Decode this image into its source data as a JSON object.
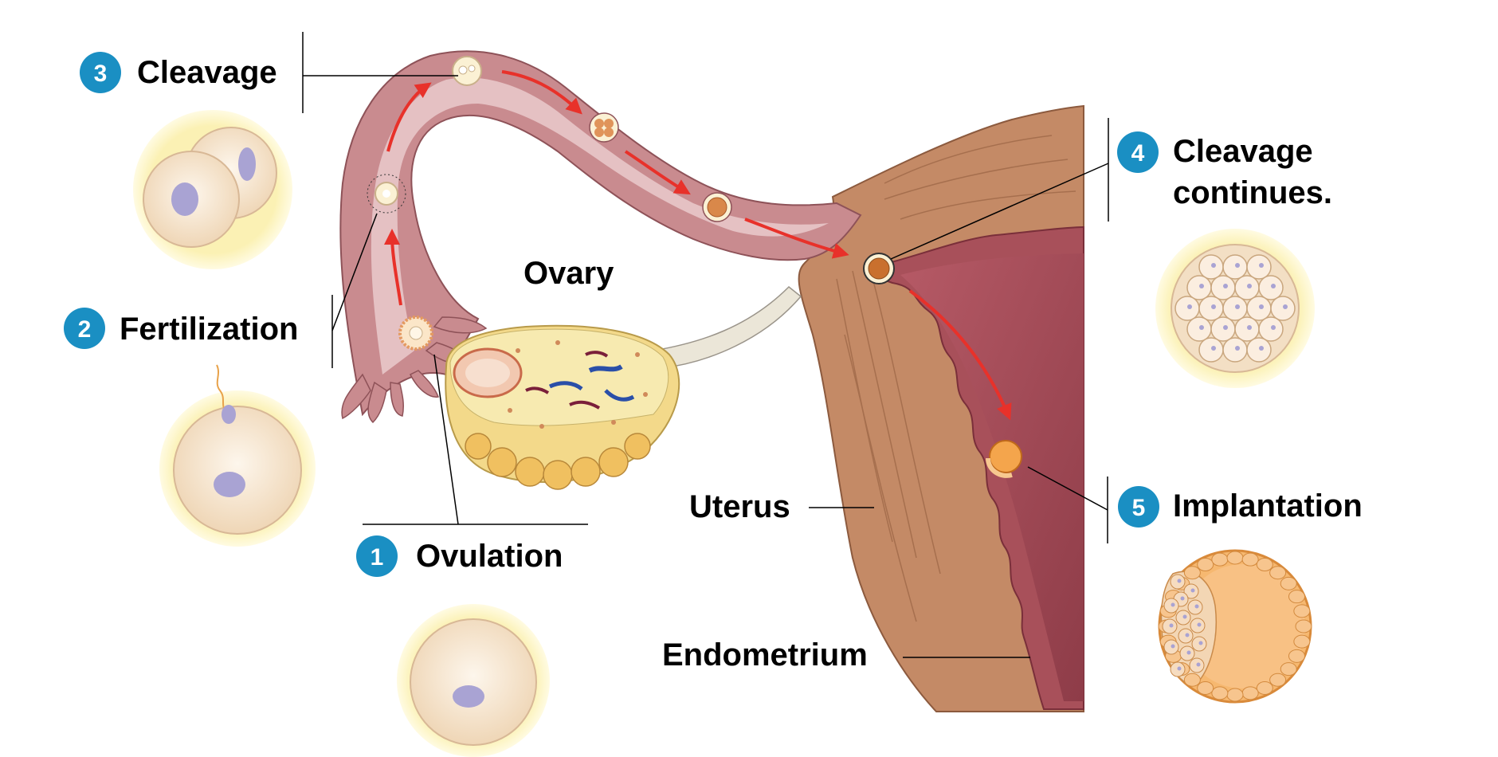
{
  "diagram": {
    "stages": [
      {
        "number": "1",
        "label": "Ovulation"
      },
      {
        "number": "2",
        "label": "Fertilization"
      },
      {
        "number": "3",
        "label": "Cleavage"
      },
      {
        "number": "4",
        "label_line1": "Cleavage",
        "label_line2": "continues."
      },
      {
        "number": "5",
        "label": "Implantation"
      }
    ],
    "structures": {
      "ovary": "Ovary",
      "uterus": "Uterus",
      "endometrium": "Endometrium"
    },
    "colors": {
      "badge": "#1a8fc3",
      "arrow": "#e8312a",
      "tube": "#c98b8f",
      "tube_inner": "#e8c7c9",
      "uterus_muscle": "#c48a66",
      "endometrium": "#a8505a",
      "ovary": "#f3e6a6",
      "cell_halo": "#fbf1b4",
      "cell_body": "#f7e6cf",
      "nucleus": "#a9a3d3",
      "blastocyst": "#f4a54c"
    }
  }
}
